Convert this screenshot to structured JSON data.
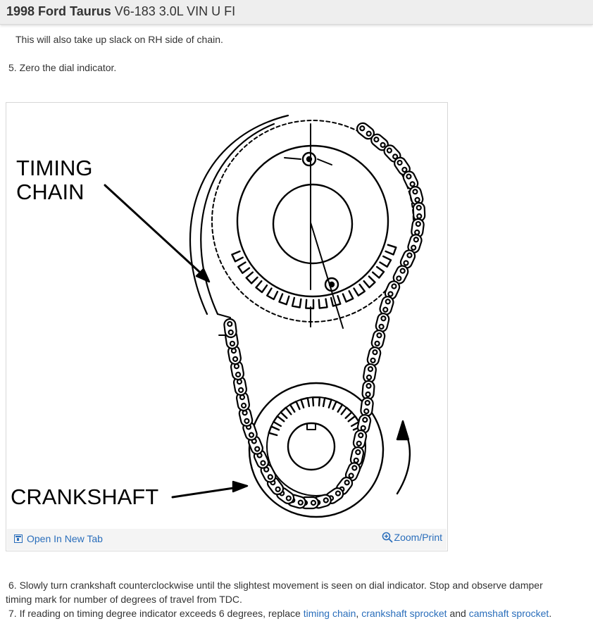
{
  "header": {
    "make_model": "1998 Ford Taurus",
    "engine": "V6-183 3.0L VIN U FI"
  },
  "content": {
    "line_slack": "This will also take up slack on RH side of chain.",
    "step5": "5. Zero the dial indicator.",
    "step6_line1": "6. Slowly turn crankshaft counterclockwise until the slightest movement is seen on dial indicator. Stop and observe damper",
    "step6_line2": "timing mark for number of degrees of travel from TDC.",
    "step7_prefix": "7. If reading on timing degree indicator exceeds 6 degrees, replace ",
    "step7_link1": "timing chain",
    "step7_sep1": ", ",
    "step7_link2": "crankshaft sprocket",
    "step7_sep2": " and ",
    "step7_link3": "camshaft sprocket",
    "step7_end": "."
  },
  "figure": {
    "label_timing_line1": "TIMING",
    "label_timing_line2": "CHAIN",
    "label_crankshaft": "CRANKSHAFT",
    "open_tab_label": "Open In New Tab",
    "zoom_label": "Zoom/Print",
    "icons": [
      "open-in-new-tab-icon",
      "zoom-icon"
    ],
    "link_color": "#2a6ebb"
  }
}
